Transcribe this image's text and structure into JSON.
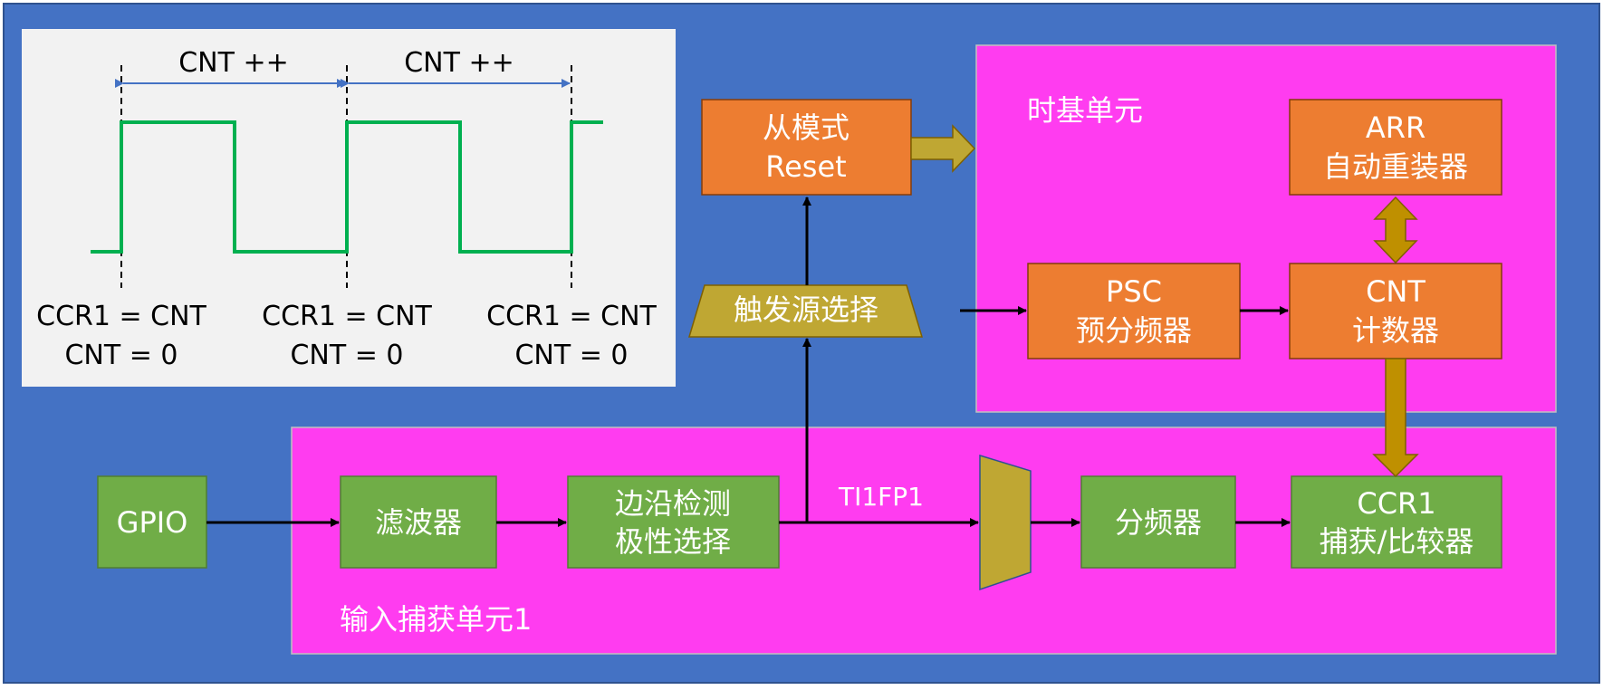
{
  "colors": {
    "background": "#4472c4",
    "unit_region": "#ff3cf0",
    "orange_block": "#ed7d31",
    "green_block": "#70ad47",
    "gold": "#bfa733",
    "signal": "#00b050",
    "timing_panel": "#f2f2f2",
    "interval_arrow": "#4472c4"
  },
  "timing": {
    "intervals": [
      {
        "label": "CNT ++"
      },
      {
        "label": "CNT ++"
      }
    ],
    "events": [
      {
        "line1": "CCR1 = CNT",
        "line2": "CNT = 0"
      },
      {
        "line1": "CCR1 = CNT",
        "line2": "CNT = 0"
      },
      {
        "line1": "CCR1 = CNT",
        "line2": "CNT = 0"
      }
    ]
  },
  "time_base": {
    "title": "时基单元",
    "psc": {
      "line1": "PSC",
      "line2": "预分频器"
    },
    "arr": {
      "line1": "ARR",
      "line2": "自动重装器"
    },
    "cnt": {
      "line1": "CNT",
      "line2": "计数器"
    }
  },
  "slave_mode": {
    "line1": "从模式",
    "line2": "Reset"
  },
  "trigger_select": {
    "label": "触发源选择"
  },
  "input_capture": {
    "title": "输入捕获单元1",
    "filter": {
      "label": "滤波器"
    },
    "edge": {
      "line1": "边沿检测",
      "line2": "极性选择"
    },
    "signal_label": "TI1FP1",
    "divider": {
      "label": "分频器"
    },
    "ccr1": {
      "line1": "CCR1",
      "line2": "捕获/比较器"
    }
  },
  "gpio": {
    "label": "GPIO"
  }
}
